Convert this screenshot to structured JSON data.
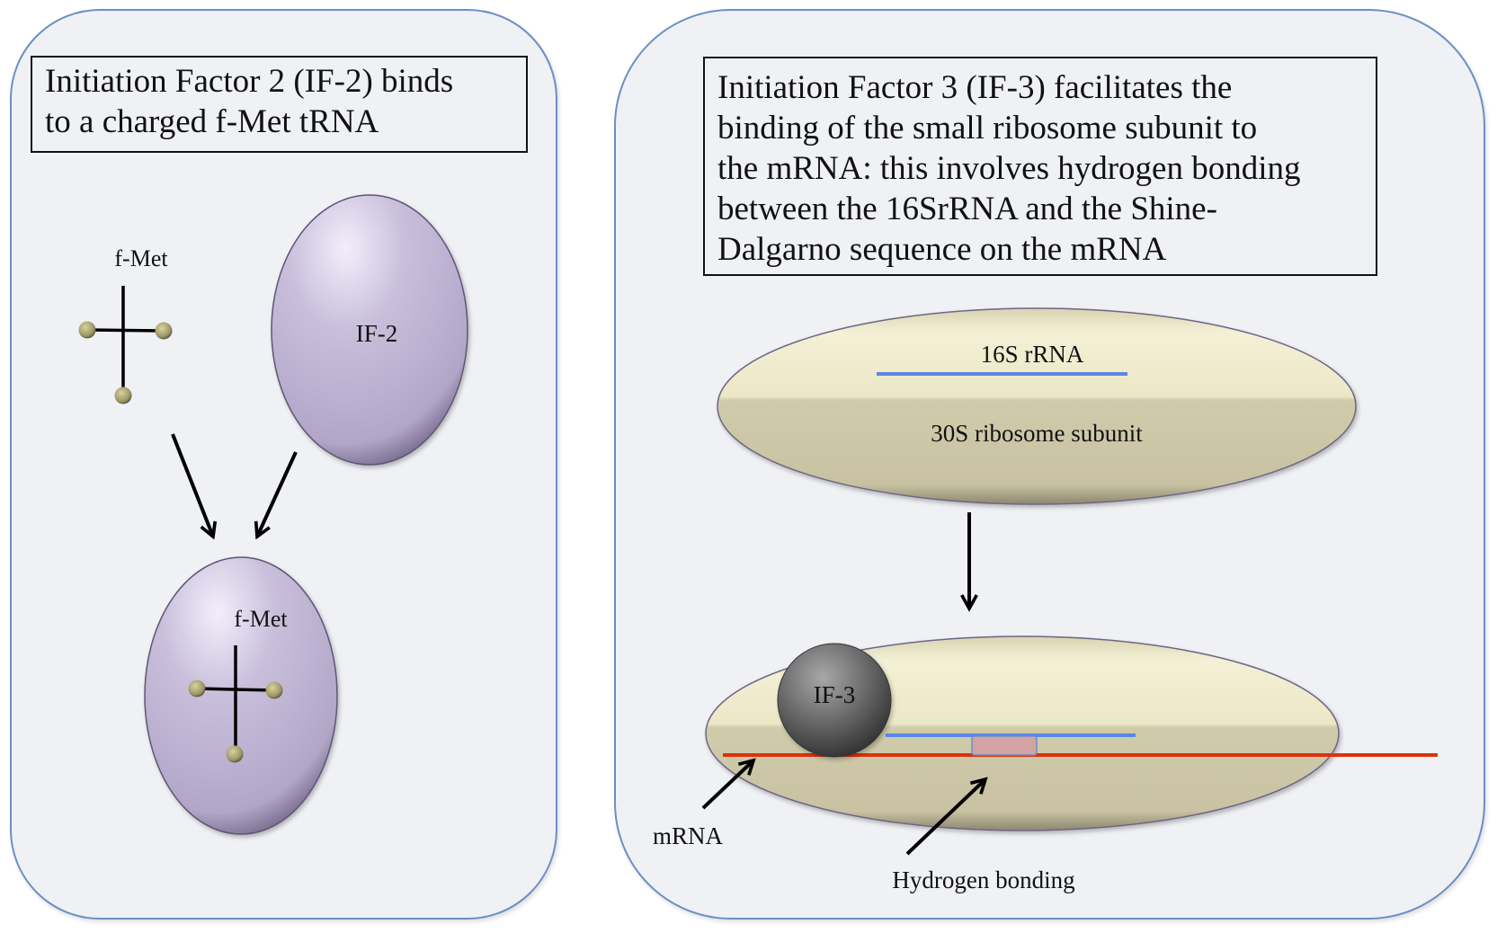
{
  "left_panel": {
    "caption_lines": [
      "Initiation Factor 2 (IF-2) binds",
      "to a charged f-Met tRNA"
    ],
    "trna_label": "f-Met",
    "if2_label": "IF-2",
    "complex_label": "f-Met"
  },
  "right_panel": {
    "caption_lines": [
      "Initiation Factor 3 (IF-3) facilitates the",
      "binding of the small ribosome subunit to",
      "the mRNA: this involves hydrogen bonding",
      "between the 16SrRNA and the Shine-",
      "Dalgarno sequence on the mRNA"
    ],
    "rrna_label": "16S rRNA",
    "subunit_label": "30S ribosome subunit",
    "if3_label": "IF-3",
    "mrna_label": "mRNA",
    "hbond_label": "Hydrogen bonding"
  },
  "colors": {
    "panel_border": "#6b8fc6",
    "panel_fill": "#eff1f4",
    "if2_fill": "#c2b7d6",
    "ribosome_fill": "#dcd7b4",
    "rrna_line": "#5b86e8",
    "mrna_line": "#e0300b",
    "hbond_box": "#d4a3a3",
    "if3_fill": "#5f5f5f",
    "trna_bead": "#a59e6c"
  }
}
